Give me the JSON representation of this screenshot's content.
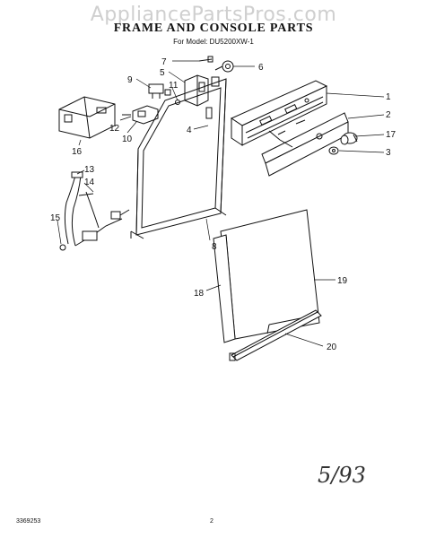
{
  "watermark": "AppliancePartsPros.com",
  "title": "FRAME AND CONSOLE PARTS",
  "model": "For Model: DU5200XW-1",
  "callouts": [
    "1",
    "2",
    "3",
    "4",
    "5",
    "6",
    "7",
    "8",
    "9",
    "10",
    "11",
    "12",
    "13",
    "14",
    "15",
    "16",
    "17",
    "18",
    "19",
    "20"
  ],
  "handwritten": "5/93",
  "doc_number": "3369253",
  "page_number": "2"
}
